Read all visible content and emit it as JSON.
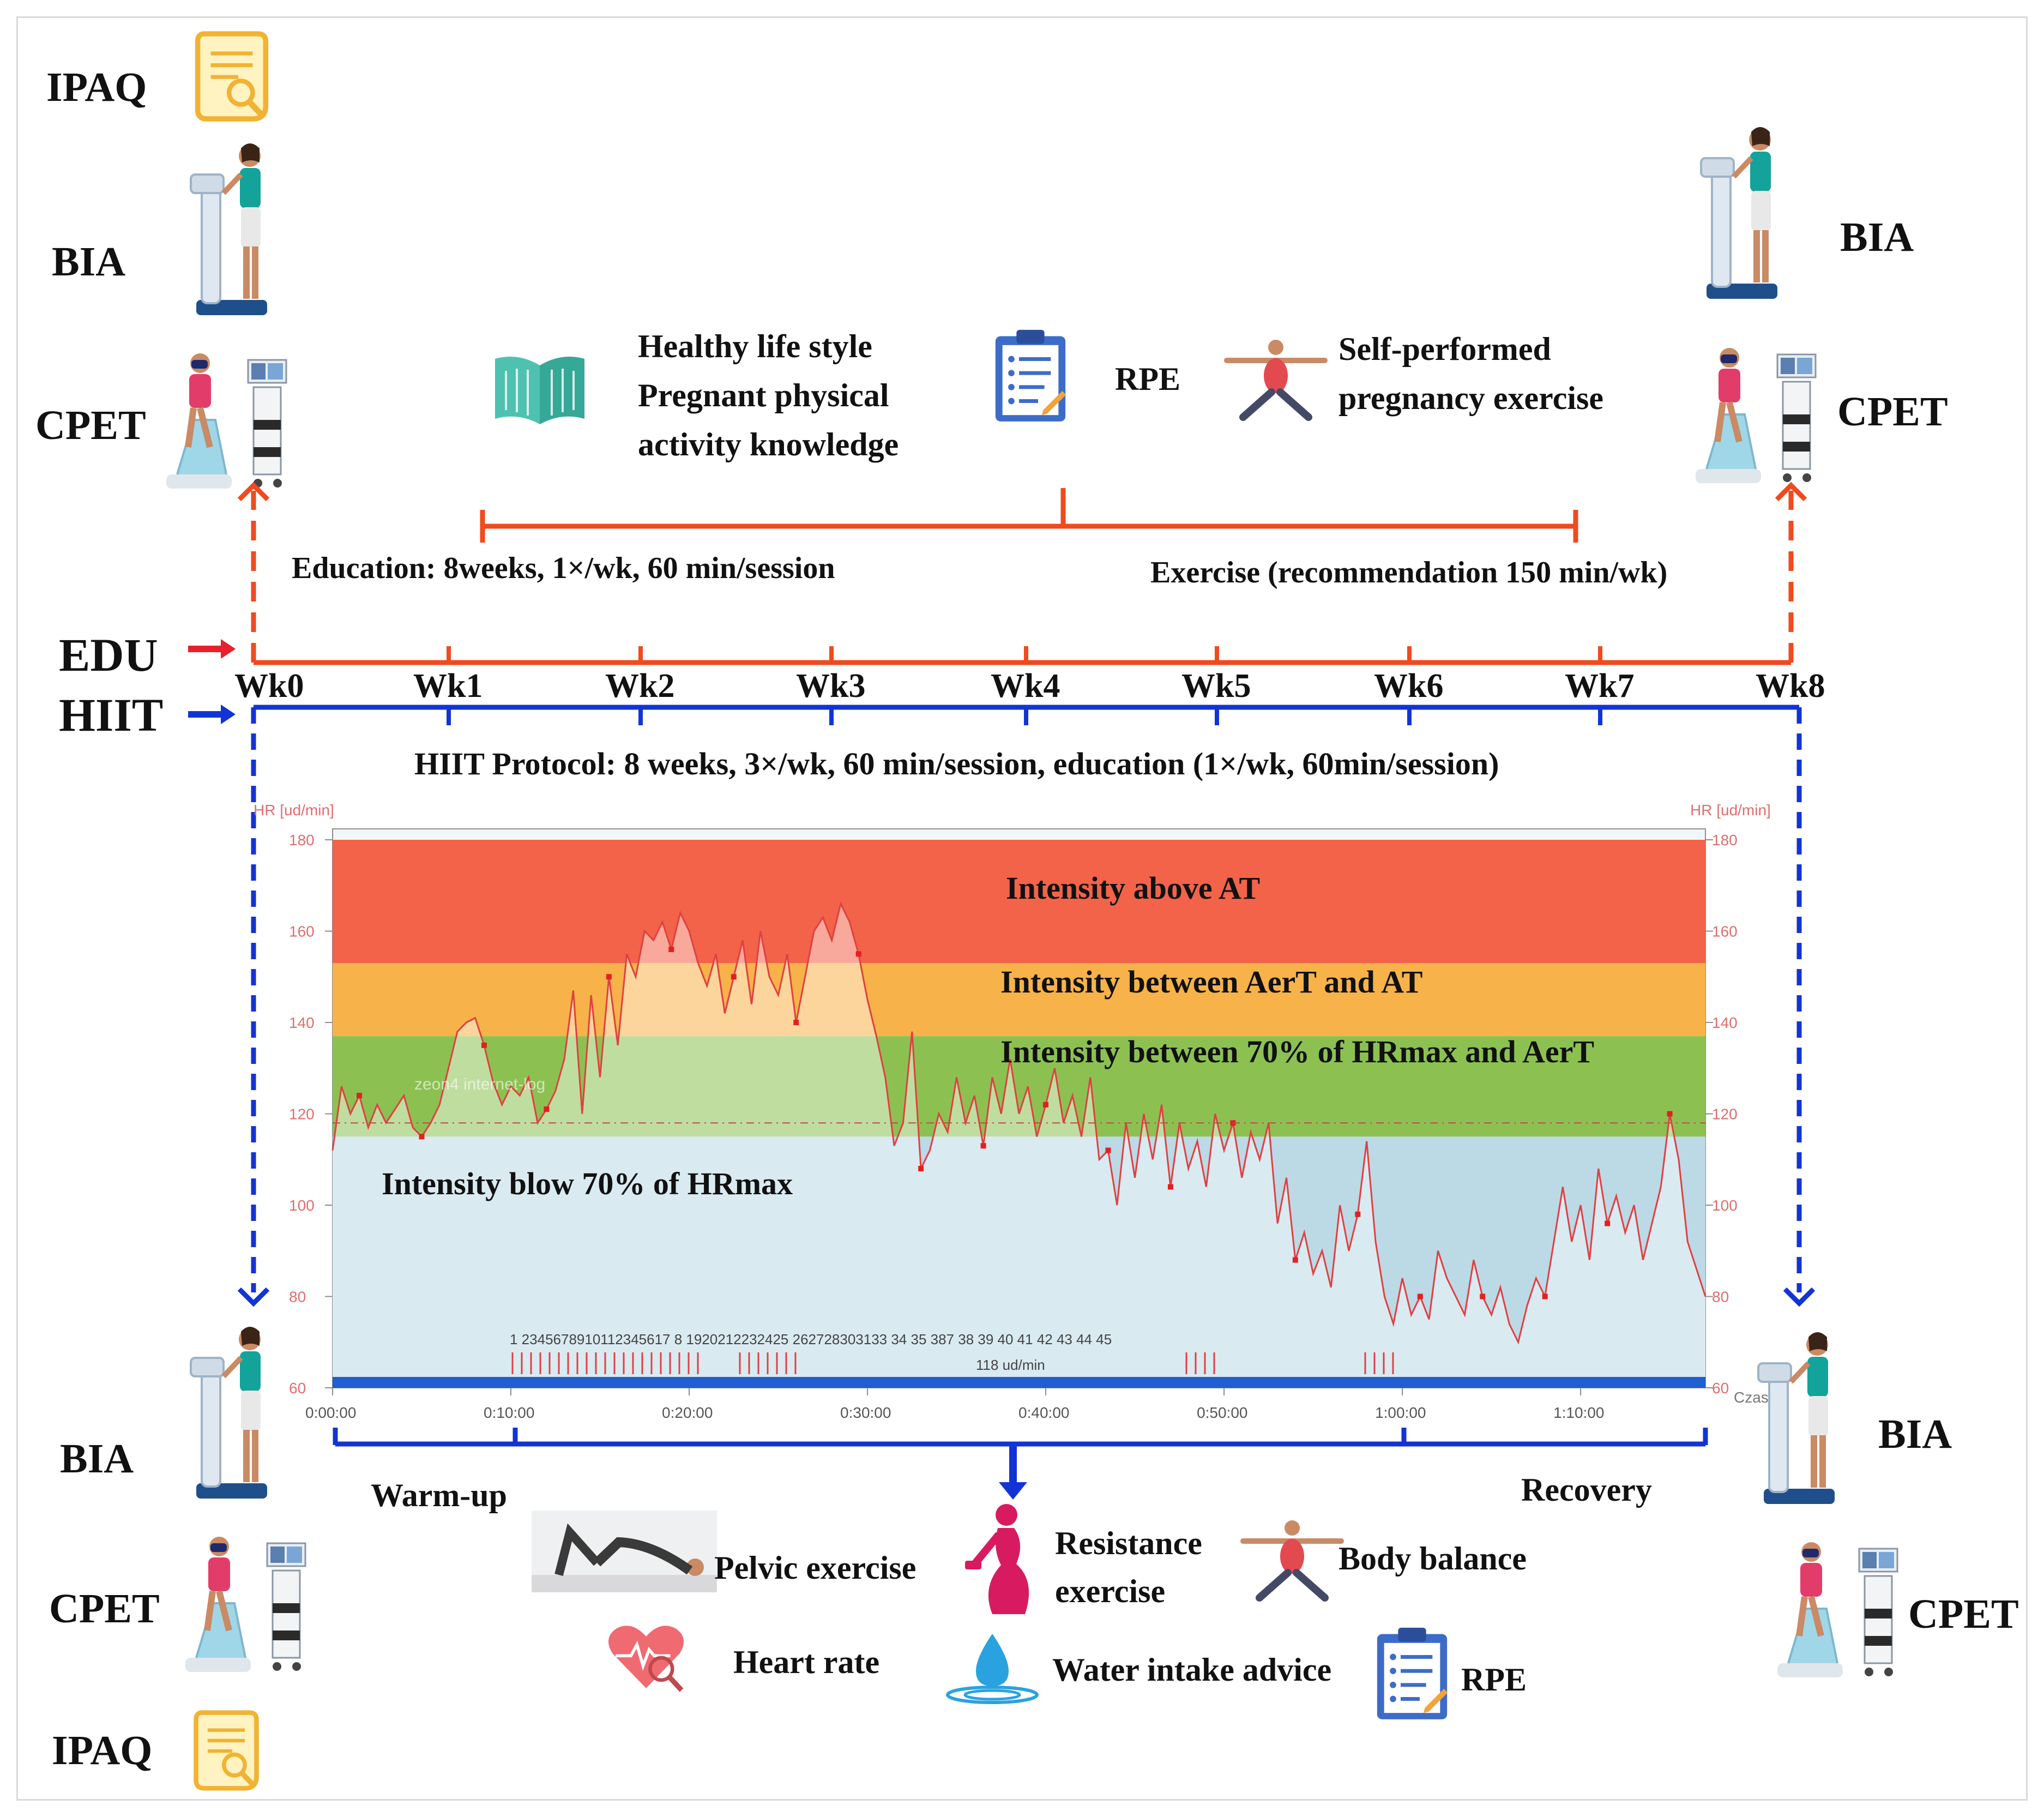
{
  "measures": {
    "ipaq": "IPAQ",
    "bia": "BIA",
    "cpet": "CPET"
  },
  "education_topics": {
    "lines": [
      "Healthy life style",
      "Pregnant physical",
      "activity knowledge"
    ],
    "rpe": "RPE",
    "self_exercise_lines": [
      "Self-performed",
      "pregnancy exercise"
    ]
  },
  "edu_arm": {
    "label": "EDU",
    "education_text": "Education: 8weeks, 1×/wk, 60 min/session",
    "exercise_text": "Exercise (recommendation 150 min/wk)",
    "color": "#f04a1e"
  },
  "hiit_arm": {
    "label": "HIIT",
    "protocol_text": "HIIT Protocol: 8 weeks, 3×/wk, 60 min/session, education (1×/wk, 60min/session)",
    "color": "#1234d6"
  },
  "weeks": [
    "Wk0",
    "Wk1",
    "Wk2",
    "Wk3",
    "Wk4",
    "Wk5",
    "Wk6",
    "Wk7",
    "Wk8"
  ],
  "chart_data": {
    "type": "line",
    "y_axis_label_left": "HR [ud/min]",
    "y_axis_label_right": "HR [ud/min]",
    "x_axis_label": "Czas",
    "ylim": [
      60,
      180
    ],
    "yticks": [
      60,
      80,
      100,
      120,
      140,
      160,
      180
    ],
    "xlim_min": [
      0,
      77
    ],
    "xticks": [
      "0:00:00",
      "0:10:00",
      "0:20:00",
      "0:30:00",
      "0:40:00",
      "0:50:00",
      "1:00:00",
      "1:10:00"
    ],
    "threshold_label": "118 ud/min",
    "threshold_value": 118,
    "faint_text": "zeon4 internet-log",
    "zones": [
      {
        "label": "Intensity above AT",
        "from": 153,
        "to": 180,
        "color": "#f2634a"
      },
      {
        "label": "Intensity between AerT and AT",
        "from": 137,
        "to": 153,
        "color": "#f7b24a"
      },
      {
        "label": "Intensity between 70% of HRmax and AerT",
        "from": 115,
        "to": 137,
        "color": "#8cc152"
      },
      {
        "label": "Intensity blow 70% of HRmax",
        "from": 60,
        "to": 115,
        "color": "#bcd9e6"
      }
    ],
    "lap_labels": "1 2345678910112345617 8 1920212232425 262728303133  34  35            387 38 39 40 41         42      43   44                                              45",
    "series": [
      {
        "values": [
          [
            0,
            112
          ],
          [
            0.5,
            126
          ],
          [
            1,
            120
          ],
          [
            1.5,
            124
          ],
          [
            2,
            117
          ],
          [
            2.5,
            122
          ],
          [
            3,
            118
          ],
          [
            3.5,
            121
          ],
          [
            4,
            124
          ],
          [
            4.5,
            117
          ],
          [
            5,
            115
          ],
          [
            5.5,
            118
          ],
          [
            6,
            122
          ],
          [
            6.5,
            130
          ],
          [
            7,
            138
          ],
          [
            7.5,
            140
          ],
          [
            8,
            141
          ],
          [
            8.5,
            135
          ],
          [
            9,
            127
          ],
          [
            9.5,
            122
          ],
          [
            10,
            126
          ],
          [
            10.5,
            124
          ],
          [
            11,
            128
          ],
          [
            11.5,
            118
          ],
          [
            12,
            121
          ],
          [
            12.5,
            125
          ],
          [
            13,
            132
          ],
          [
            13.5,
            147
          ],
          [
            14,
            120
          ],
          [
            14.5,
            146
          ],
          [
            15,
            128
          ],
          [
            15.5,
            150
          ],
          [
            16,
            135
          ],
          [
            16.5,
            155
          ],
          [
            17,
            150
          ],
          [
            17.5,
            160
          ],
          [
            18,
            158
          ],
          [
            18.5,
            162
          ],
          [
            19,
            156
          ],
          [
            19.5,
            164
          ],
          [
            20,
            160
          ],
          [
            20.5,
            153
          ],
          [
            21,
            148
          ],
          [
            21.5,
            155
          ],
          [
            22,
            142
          ],
          [
            22.5,
            150
          ],
          [
            23,
            158
          ],
          [
            23.5,
            144
          ],
          [
            24,
            160
          ],
          [
            24.5,
            150
          ],
          [
            25,
            146
          ],
          [
            25.5,
            155
          ],
          [
            26,
            140
          ],
          [
            26.5,
            150
          ],
          [
            27,
            160
          ],
          [
            27.5,
            163
          ],
          [
            28,
            158
          ],
          [
            28.5,
            166
          ],
          [
            29,
            162
          ],
          [
            29.5,
            155
          ],
          [
            30,
            145
          ],
          [
            30.5,
            137
          ],
          [
            31,
            128
          ],
          [
            31.5,
            113
          ],
          [
            32,
            118
          ],
          [
            32.5,
            138
          ],
          [
            33,
            108
          ],
          [
            33.5,
            112
          ],
          [
            34,
            120
          ],
          [
            34.5,
            116
          ],
          [
            35,
            128
          ],
          [
            35.5,
            118
          ],
          [
            36,
            124
          ],
          [
            36.5,
            113
          ],
          [
            37,
            128
          ],
          [
            37.5,
            120
          ],
          [
            38,
            132
          ],
          [
            38.5,
            120
          ],
          [
            39,
            126
          ],
          [
            39.5,
            115
          ],
          [
            40,
            122
          ],
          [
            40.5,
            130
          ],
          [
            41,
            118
          ],
          [
            41.5,
            124
          ],
          [
            42,
            115
          ],
          [
            42.5,
            128
          ],
          [
            43,
            110
          ],
          [
            43.5,
            112
          ],
          [
            44,
            100
          ],
          [
            44.5,
            118
          ],
          [
            45,
            106
          ],
          [
            45.5,
            120
          ],
          [
            46,
            110
          ],
          [
            46.5,
            122
          ],
          [
            47,
            104
          ],
          [
            47.5,
            118
          ],
          [
            48,
            108
          ],
          [
            48.5,
            114
          ],
          [
            49,
            104
          ],
          [
            49.5,
            120
          ],
          [
            50,
            112
          ],
          [
            50.5,
            118
          ],
          [
            51,
            106
          ],
          [
            51.5,
            116
          ],
          [
            52,
            110
          ],
          [
            52.5,
            118
          ],
          [
            53,
            96
          ],
          [
            53.5,
            106
          ],
          [
            54,
            88
          ],
          [
            54.5,
            94
          ],
          [
            55,
            85
          ],
          [
            55.5,
            90
          ],
          [
            56,
            82
          ],
          [
            56.5,
            100
          ],
          [
            57,
            90
          ],
          [
            57.5,
            98
          ],
          [
            58,
            114
          ],
          [
            58.5,
            92
          ],
          [
            59,
            80
          ],
          [
            59.5,
            74
          ],
          [
            60,
            84
          ],
          [
            60.5,
            76
          ],
          [
            61,
            80
          ],
          [
            61.5,
            75
          ],
          [
            62,
            90
          ],
          [
            62.5,
            84
          ],
          [
            63,
            80
          ],
          [
            63.5,
            76
          ],
          [
            64,
            88
          ],
          [
            64.5,
            80
          ],
          [
            65,
            76
          ],
          [
            65.5,
            82
          ],
          [
            66,
            74
          ],
          [
            66.5,
            70
          ],
          [
            67,
            78
          ],
          [
            67.5,
            84
          ],
          [
            68,
            80
          ],
          [
            68.5,
            92
          ],
          [
            69,
            104
          ],
          [
            69.5,
            92
          ],
          [
            70,
            100
          ],
          [
            70.5,
            88
          ],
          [
            71,
            108
          ],
          [
            71.5,
            96
          ],
          [
            72,
            102
          ],
          [
            72.5,
            94
          ],
          [
            73,
            100
          ],
          [
            73.5,
            88
          ],
          [
            74,
            96
          ],
          [
            74.5,
            104
          ],
          [
            75,
            120
          ],
          [
            75.5,
            110
          ],
          [
            76,
            92
          ],
          [
            76.5,
            86
          ],
          [
            77,
            80
          ]
        ]
      }
    ]
  },
  "session": {
    "warmup": "Warm-up",
    "recovery": "Recovery"
  },
  "session_components": {
    "pelvic": "Pelvic exercise",
    "resistance_lines": [
      "Resistance",
      "exercise"
    ],
    "balance": "Body balance",
    "heart_rate": "Heart rate",
    "water": "Water intake advice",
    "rpe": "RPE"
  }
}
